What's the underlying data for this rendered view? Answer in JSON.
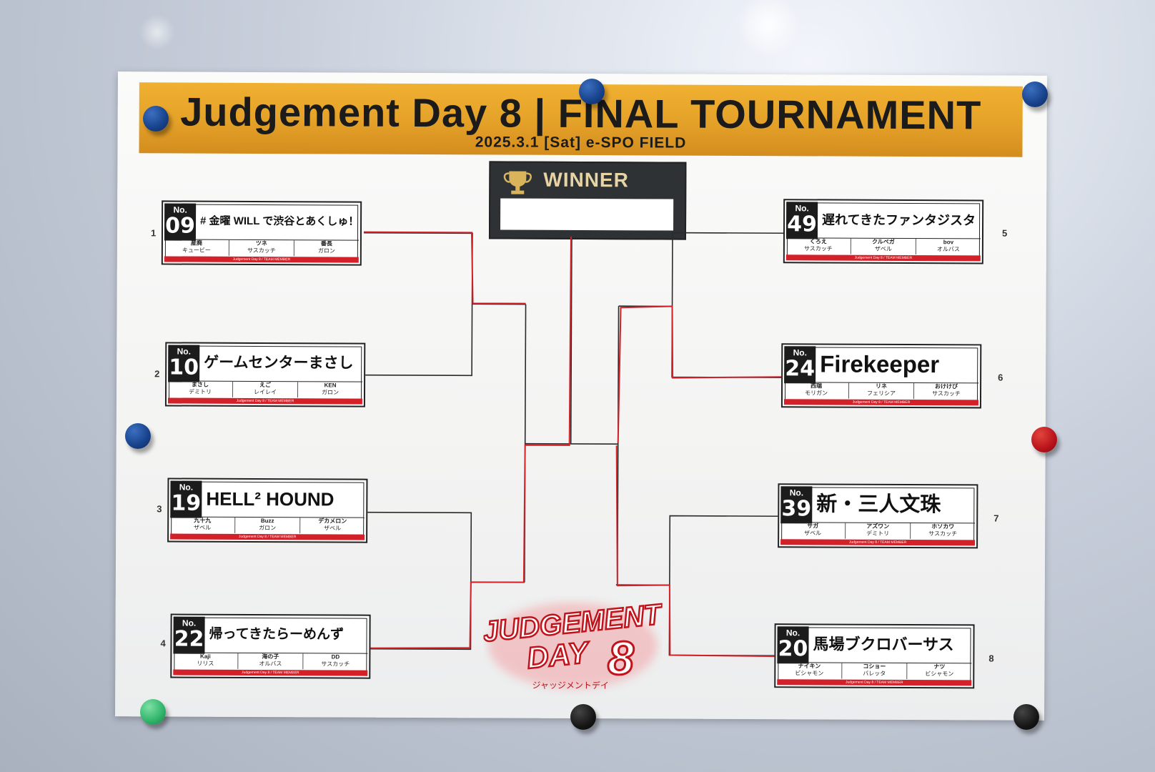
{
  "banner": {
    "title": "Judgement Day 8 | FINAL TOURNAMENT",
    "subtitle": "2025.3.1 [Sat] e-SPO FIELD"
  },
  "winner": {
    "label": "WINNER"
  },
  "footer_label": "Judgement Day 8 / TEAM MEMBER",
  "teams": [
    {
      "seed": "1",
      "no_label": "No.",
      "number": "09",
      "name": "# 金曜 WILL で渋谷とあくしゅ！",
      "members": [
        [
          "産廃",
          "キュービー"
        ],
        [
          "ツネ",
          "サスカッチ"
        ],
        [
          "番長",
          "ガロン"
        ]
      ]
    },
    {
      "seed": "2",
      "no_label": "No.",
      "number": "10",
      "name": "ゲームセンターまさし",
      "members": [
        [
          "まさし",
          "デミトリ"
        ],
        [
          "えご",
          "レイレイ"
        ],
        [
          "KEN",
          "ガロン"
        ]
      ]
    },
    {
      "seed": "3",
      "no_label": "No.",
      "number": "19",
      "name": "HELL² HOUND",
      "members": [
        [
          "九十九",
          "ザベル"
        ],
        [
          "Buzz",
          "ガロン"
        ],
        [
          "デカメロン",
          "ザベル"
        ]
      ]
    },
    {
      "seed": "4",
      "no_label": "No.",
      "number": "22",
      "name": "帰ってきたらーめんず",
      "members": [
        [
          "Kaji",
          "リリス"
        ],
        [
          "海の子",
          "オルバス"
        ],
        [
          "DD",
          "サスカッチ"
        ]
      ]
    },
    {
      "seed": "5",
      "no_label": "No.",
      "number": "49",
      "name": "遅れてきたファンタジスタ",
      "members": [
        [
          "くろえ",
          "サスカッチ"
        ],
        [
          "クルベガ",
          "ザベル"
        ],
        [
          "bov",
          "オルバス"
        ]
      ]
    },
    {
      "seed": "6",
      "no_label": "No.",
      "number": "24",
      "name": "Firekeeper",
      "members": [
        [
          "西瑞",
          "モリガン"
        ],
        [
          "リネ",
          "フェリシア"
        ],
        [
          "おけけび",
          "サスカッチ"
        ]
      ]
    },
    {
      "seed": "7",
      "no_label": "No.",
      "number": "39",
      "name": "新・三人文珠",
      "members": [
        [
          "サガ",
          "ザベル"
        ],
        [
          "アズワン",
          "デミトリ"
        ],
        [
          "ホソカワ",
          "サスカッチ"
        ]
      ]
    },
    {
      "seed": "8",
      "no_label": "No.",
      "number": "20",
      "name": "馬場ブクロバーサス",
      "members": [
        [
          "ナイキン",
          "ビシャモン"
        ],
        [
          "コショー",
          "バレッタ"
        ],
        [
          "ナツ",
          "ビシャモン"
        ]
      ]
    }
  ],
  "logo": {
    "line1": "JUDGEMENT",
    "line2": "DAY",
    "number": "8",
    "kana": "ジャッジメントデイ"
  },
  "colors": {
    "banner": "#e4a128",
    "bracket_line": "#2b2b2b",
    "winner_mark": "#d3212a",
    "card_bar": "#d3212a"
  },
  "magnets": [
    "blue",
    "blue",
    "blue",
    "blue",
    "red",
    "green",
    "black",
    "black"
  ]
}
